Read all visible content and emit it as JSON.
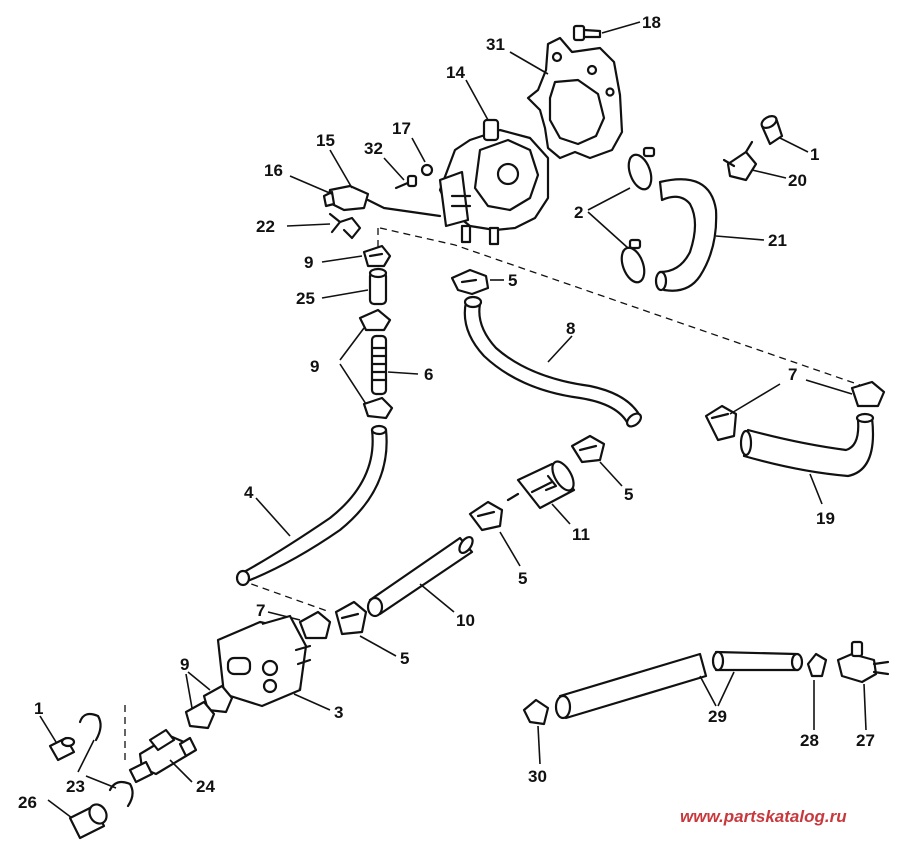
{
  "diagram": {
    "callouts": [
      {
        "id": "c18",
        "label": "18"
      },
      {
        "id": "c31",
        "label": "31"
      },
      {
        "id": "c14",
        "label": "14"
      },
      {
        "id": "c17",
        "label": "17"
      },
      {
        "id": "c15",
        "label": "15"
      },
      {
        "id": "c32",
        "label": "32"
      },
      {
        "id": "c16",
        "label": "16"
      },
      {
        "id": "c1a",
        "label": "1"
      },
      {
        "id": "c20",
        "label": "20"
      },
      {
        "id": "c2",
        "label": "2"
      },
      {
        "id": "c21",
        "label": "21"
      },
      {
        "id": "c22",
        "label": "22"
      },
      {
        "id": "c9a",
        "label": "9"
      },
      {
        "id": "c5a",
        "label": "5"
      },
      {
        "id": "c25",
        "label": "25"
      },
      {
        "id": "c8",
        "label": "8"
      },
      {
        "id": "c9b",
        "label": "9"
      },
      {
        "id": "c6",
        "label": "6"
      },
      {
        "id": "c7a",
        "label": "7"
      },
      {
        "id": "c5b",
        "label": "5"
      },
      {
        "id": "c4",
        "label": "4"
      },
      {
        "id": "c11",
        "label": "11"
      },
      {
        "id": "c19",
        "label": "19"
      },
      {
        "id": "c5c",
        "label": "5"
      },
      {
        "id": "c10",
        "label": "10"
      },
      {
        "id": "c7b",
        "label": "7"
      },
      {
        "id": "c5d",
        "label": "5"
      },
      {
        "id": "c9c",
        "label": "9"
      },
      {
        "id": "c3",
        "label": "3"
      },
      {
        "id": "c1b",
        "label": "1"
      },
      {
        "id": "c29",
        "label": "29"
      },
      {
        "id": "c28",
        "label": "28"
      },
      {
        "id": "c27",
        "label": "27"
      },
      {
        "id": "c23",
        "label": "23"
      },
      {
        "id": "c24",
        "label": "24"
      },
      {
        "id": "c30",
        "label": "30"
      },
      {
        "id": "c26",
        "label": "26"
      }
    ],
    "watermark": "www.partskatalog.ru"
  }
}
